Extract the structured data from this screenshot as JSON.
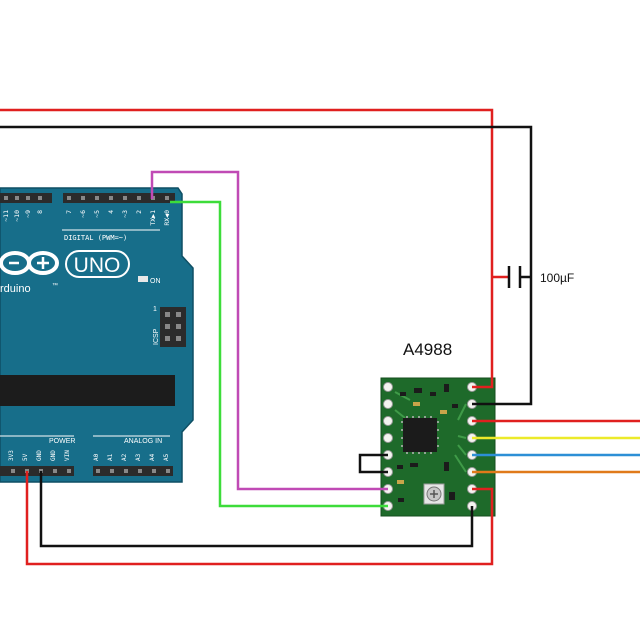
{
  "driver": {
    "label": "A4988"
  },
  "capacitor": {
    "label": "100µF"
  },
  "arduino": {
    "logo_text": "UNO",
    "brand_text": "rduino",
    "trademark": "™",
    "on_label": "ON",
    "icsp_label": "ICSP",
    "digital_label": "DIGITAL (PWM=~)",
    "power_label": "POWER",
    "analog_label": "ANALOG IN",
    "pin_labels_top": [
      "~11",
      "~10",
      "~9",
      "8",
      "7",
      "~6",
      "~5",
      "4",
      "~3",
      "2",
      "TX▶1",
      "RX◀0"
    ],
    "pin_labels_power": [
      "3V3",
      "5V",
      "GND",
      "GND",
      "VIN"
    ],
    "pin_labels_analog": [
      "A0",
      "A1",
      "A2",
      "A3",
      "A4",
      "A5"
    ]
  },
  "colors": {
    "red": "#e0201f",
    "black": "#111111",
    "magenta": "#c04ab5",
    "green": "#3ddc3a",
    "yellow": "#ecea2a",
    "blue": "#2d8fd6",
    "orange": "#e07a1a",
    "board": "#176e8a",
    "driver_board": "#1e6a2a"
  }
}
